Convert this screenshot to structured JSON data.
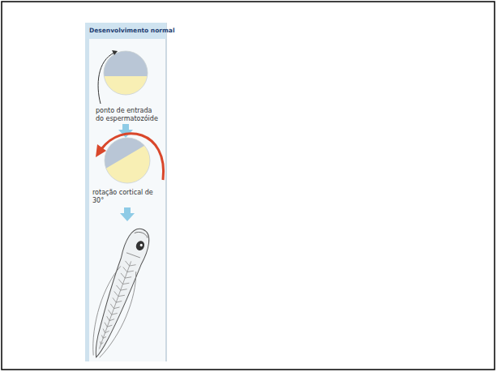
{
  "diagram": {
    "title": "Desenvolvimento normal",
    "labels": [
      "ponto de entrada do espermatozóide",
      "rotação cortical de 30°"
    ]
  }
}
